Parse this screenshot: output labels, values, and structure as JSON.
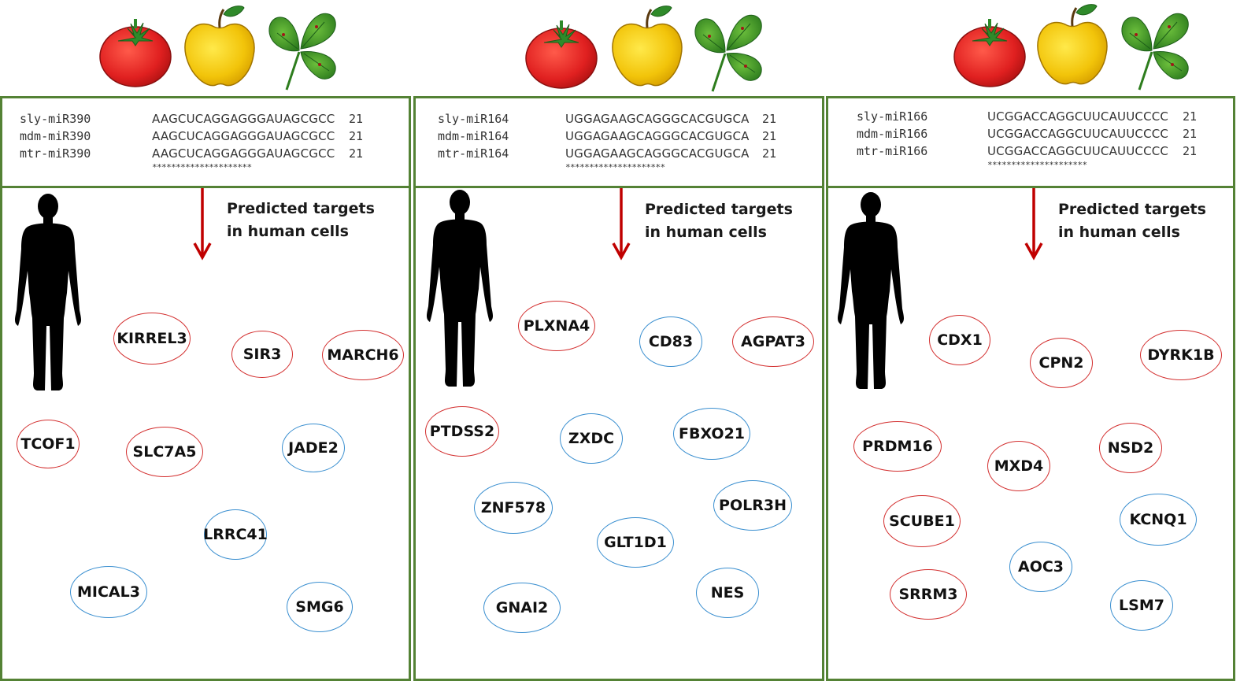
{
  "panels": [
    {
      "sequences": [
        {
          "name": "sly-miR390",
          "seq": "AAGCUCAGGAGGGAUAGCGCC",
          "len": "21"
        },
        {
          "name": "mdm-miR390",
          "seq": "AAGCUCAGGAGGGAUAGCGCC",
          "len": "21"
        },
        {
          "name": "mtr-miR390",
          "seq": "AAGCUCAGGAGGGAUAGCGCC",
          "len": "21"
        }
      ],
      "conservation": "*********************",
      "caption_line1": "Predicted targets",
      "caption_line2": "in human cells",
      "genes": [
        {
          "label": "KIRREL3",
          "color": "red"
        },
        {
          "label": "SIR3",
          "color": "red"
        },
        {
          "label": "MARCH6",
          "color": "red"
        },
        {
          "label": "TCOF1",
          "color": "red"
        },
        {
          "label": "SLC7A5",
          "color": "red"
        },
        {
          "label": "JADE2",
          "color": "blue"
        },
        {
          "label": "LRRC41",
          "color": "blue"
        },
        {
          "label": "MICAL3",
          "color": "blue"
        },
        {
          "label": "SMG6",
          "color": "blue"
        }
      ]
    },
    {
      "sequences": [
        {
          "name": "sly-miR164",
          "seq": "UGGAGAAGCAGGGCACGUGCA",
          "len": "21"
        },
        {
          "name": "mdm-miR164",
          "seq": "UGGAGAAGCAGGGCACGUGCA",
          "len": "21"
        },
        {
          "name": "mtr-miR164",
          "seq": "UGGAGAAGCAGGGCACGUGCA",
          "len": "21"
        }
      ],
      "conservation": "*********************",
      "caption_line1": "Predicted targets",
      "caption_line2": "in human cells",
      "genes": [
        {
          "label": "PLXNA4",
          "color": "red"
        },
        {
          "label": "CD83",
          "color": "blue"
        },
        {
          "label": "AGPAT3",
          "color": "red"
        },
        {
          "label": "PTDSS2",
          "color": "red"
        },
        {
          "label": "ZXDC",
          "color": "blue"
        },
        {
          "label": "FBXO21",
          "color": "blue"
        },
        {
          "label": "ZNF578",
          "color": "blue"
        },
        {
          "label": "POLR3H",
          "color": "blue"
        },
        {
          "label": "GLT1D1",
          "color": "blue"
        },
        {
          "label": "GNAI2",
          "color": "blue"
        },
        {
          "label": "NES",
          "color": "blue"
        }
      ]
    },
    {
      "sequences": [
        {
          "name": "sly-miR166",
          "seq": "UCGGACCAGGCUUCAUUCCCC",
          "len": "21"
        },
        {
          "name": "mdm-miR166",
          "seq": "UCGGACCAGGCUUCAUUCCCC",
          "len": "21"
        },
        {
          "name": "mtr-miR166",
          "seq": "UCGGACCAGGCUUCAUUCCCC",
          "len": "21"
        }
      ],
      "conservation": "*********************",
      "caption_line1": "Predicted targets",
      "caption_line2": "in human cells",
      "genes": [
        {
          "label": "CDX1",
          "color": "red"
        },
        {
          "label": "CPN2",
          "color": "red"
        },
        {
          "label": "DYRK1B",
          "color": "red"
        },
        {
          "label": "PRDM16",
          "color": "red"
        },
        {
          "label": "MXD4",
          "color": "red"
        },
        {
          "label": "NSD2",
          "color": "red"
        },
        {
          "label": "SCUBE1",
          "color": "red"
        },
        {
          "label": "KCNQ1",
          "color": "blue"
        },
        {
          "label": "AOC3",
          "color": "blue"
        },
        {
          "label": "SRRM3",
          "color": "red"
        },
        {
          "label": "LSM7",
          "color": "blue"
        }
      ]
    }
  ],
  "colors": {
    "frame": "#548235",
    "arrow": "#c00000",
    "red_target": "#d32f2f",
    "blue_target": "#3a8fd0"
  },
  "icons": [
    "tomato-icon",
    "apple-icon",
    "clover-leaf-icon",
    "human-silhouette-icon",
    "down-arrow-icon"
  ]
}
